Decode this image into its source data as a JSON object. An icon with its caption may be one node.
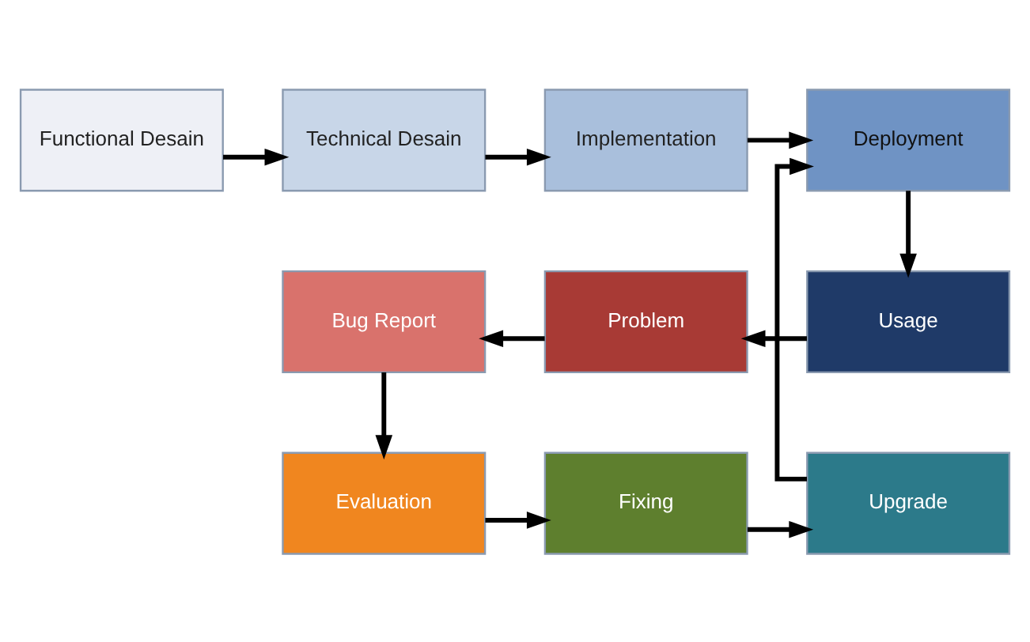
{
  "diagram": {
    "nodes": [
      {
        "text": [
          "Functional Desain"
        ]
      },
      {
        "text": [
          "Technical Desain"
        ]
      },
      {
        "text": [
          "Implementation"
        ]
      },
      {
        "text": [
          "Deployment"
        ]
      },
      {
        "text": [
          "Bug Report"
        ]
      },
      {
        "text": [
          "Problem"
        ]
      },
      {
        "text": [
          "Usage"
        ]
      },
      {
        "text": [
          "Evaluation"
        ]
      },
      {
        "text": [
          "Fixing"
        ]
      },
      {
        "text": [
          "Upgrade"
        ]
      }
    ],
    "edges": [
      {
        "from": 0,
        "to": 1,
        "arrow": "to"
      },
      {
        "from": 1,
        "to": 2,
        "arrow": "to"
      },
      {
        "from": 2,
        "to": 3,
        "arrow": "to"
      },
      {
        "from": 3,
        "to": 6,
        "arrow": "to"
      },
      {
        "from": 6,
        "to": 5,
        "arrow": "to"
      },
      {
        "from": 5,
        "to": 4,
        "arrow": "to"
      },
      {
        "from": 4,
        "to": 7,
        "arrow": "to"
      },
      {
        "from": 7,
        "to": 8,
        "arrow": "to"
      },
      {
        "from": 8,
        "to": 9,
        "arrow": "to"
      },
      {
        "from": 9,
        "to": 3,
        "arrow": "to"
      }
    ]
  }
}
